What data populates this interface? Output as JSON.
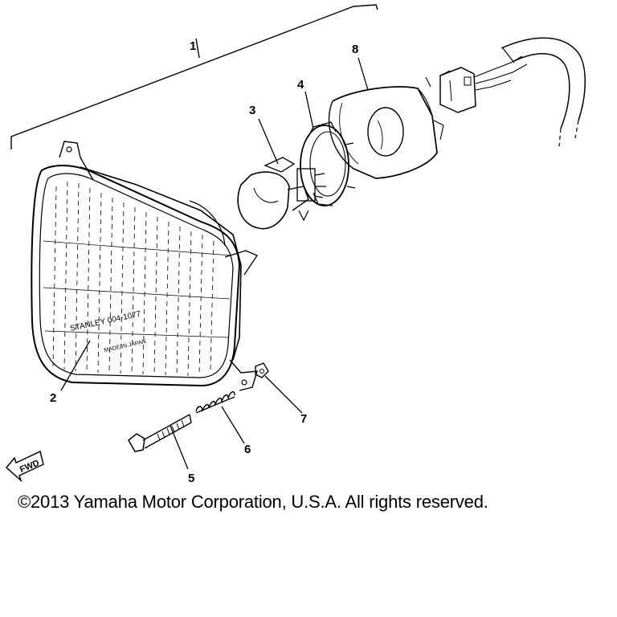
{
  "callouts": {
    "c1": "1",
    "c2": "2",
    "c3": "3",
    "c4": "4",
    "c5": "5",
    "c6": "6",
    "c7": "7",
    "c8": "8"
  },
  "lens_marking": {
    "line1": "STANLEY 004-1077",
    "line2": "MADE IN JAPAN"
  },
  "fwd_label": "FWD",
  "copyright": "©2013 Yamaha Motor Corporation, U.S.A. All rights reserved.",
  "colors": {
    "ink": "#000000",
    "background": "#ffffff"
  }
}
